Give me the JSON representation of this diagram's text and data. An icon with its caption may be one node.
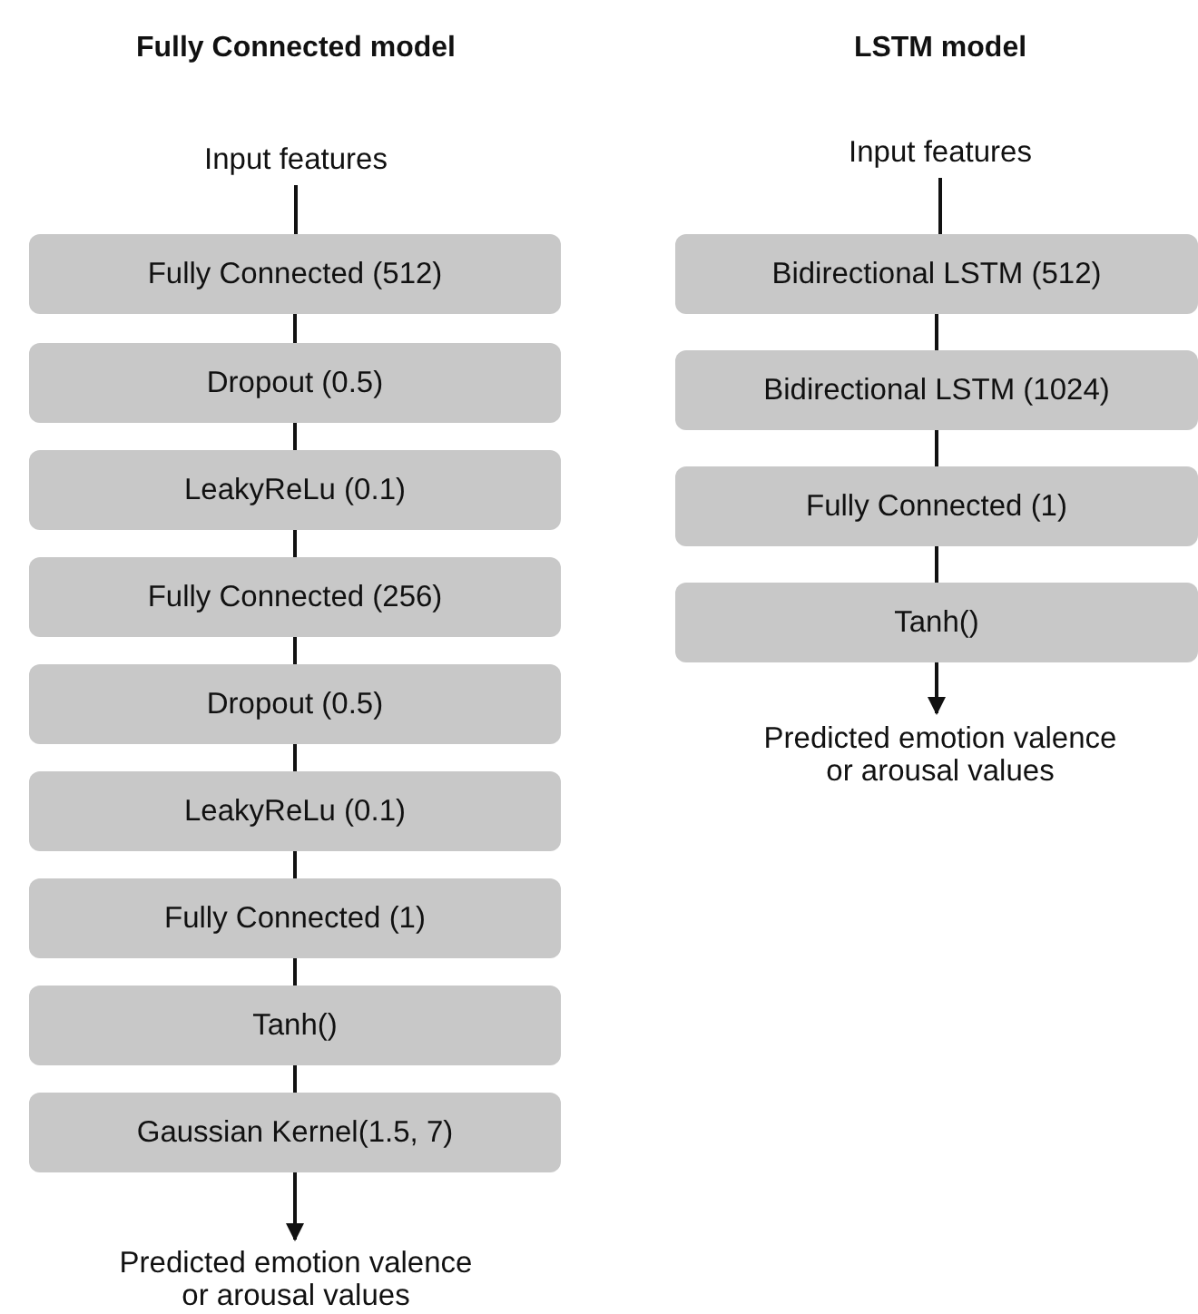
{
  "diagram": {
    "nodes": [
      {
        "text": [
          "Input features"
        ]
      },
      {
        "text": [
          "Fully Connected (512)"
        ]
      },
      {
        "text": [
          "Dropout (0.5)"
        ]
      },
      {
        "text": [
          "LeakyReLu (0.1)"
        ]
      },
      {
        "text": [
          "Fully Connected (256)"
        ]
      },
      {
        "text": [
          "Dropout (0.5)"
        ]
      },
      {
        "text": [
          "LeakyReLu (0.1)"
        ]
      },
      {
        "text": [
          "Fully Connected (1)"
        ]
      },
      {
        "text": [
          "Tanh()"
        ]
      },
      {
        "text": [
          "Gaussian Kernel(1.5, 7)"
        ]
      },
      {
        "text": [
          "Predicted emotion valence or arousal values"
        ]
      },
      {
        "text": [
          "Input features"
        ]
      },
      {
        "text": [
          "Bidirectional LSTM (512)"
        ]
      },
      {
        "text": [
          "Bidirectional LSTM (1024)"
        ]
      },
      {
        "text": [
          "Fully Connected (1)"
        ]
      },
      {
        "text": [
          "Tanh()"
        ]
      },
      {
        "text": [
          "Predicted emotion valence or arousal values"
        ]
      }
    ],
    "edges": [
      {
        "from": 0,
        "to": 1,
        "arrow": "none"
      },
      {
        "from": 1,
        "to": 2,
        "arrow": "none"
      },
      {
        "from": 2,
        "to": 3,
        "arrow": "none"
      },
      {
        "from": 3,
        "to": 4,
        "arrow": "none"
      },
      {
        "from": 4,
        "to": 5,
        "arrow": "none"
      },
      {
        "from": 5,
        "to": 6,
        "arrow": "none"
      },
      {
        "from": 6,
        "to": 7,
        "arrow": "none"
      },
      {
        "from": 7,
        "to": 8,
        "arrow": "none"
      },
      {
        "from": 8,
        "to": 9,
        "arrow": "none"
      },
      {
        "from": 9,
        "to": 10,
        "arrow": "to"
      },
      {
        "from": 11,
        "to": 12,
        "arrow": "none"
      },
      {
        "from": 12,
        "to": 13,
        "arrow": "none"
      },
      {
        "from": 13,
        "to": 14,
        "arrow": "none"
      },
      {
        "from": 14,
        "to": 15,
        "arrow": "none"
      },
      {
        "from": 15,
        "to": 16,
        "arrow": "to"
      }
    ],
    "labels": [
      "Fully Connected model",
      "LSTM model"
    ]
  }
}
